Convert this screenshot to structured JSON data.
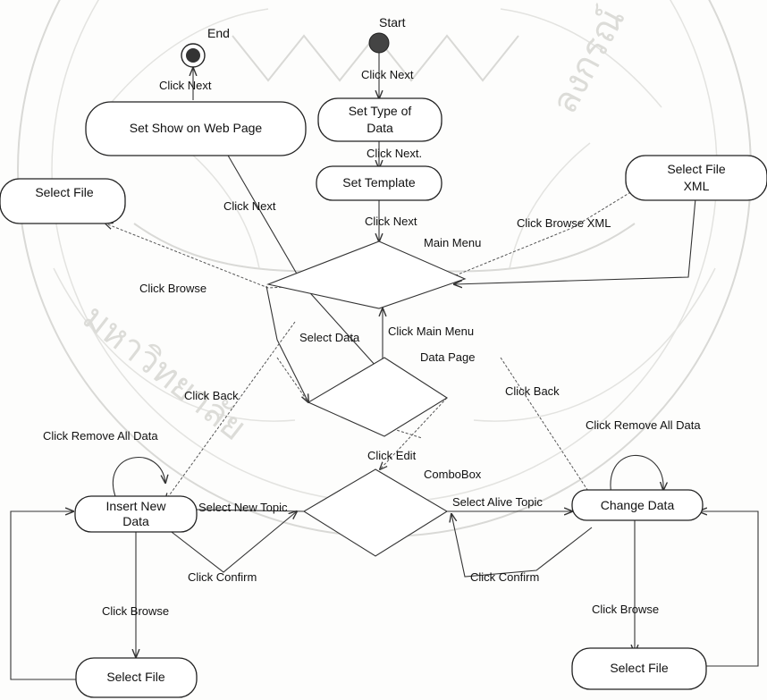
{
  "diagram": {
    "start_label": "Start",
    "end_label": "End",
    "nodes": {
      "set_show_web": "Set Show on Web Page",
      "set_type_line1": "Set Type of",
      "set_type_line2": "Data",
      "set_template": "Set Template",
      "select_file_top": "Select File",
      "select_file_xml_line1": "Select File",
      "select_file_xml_line2": "XML",
      "insert_new_line1": "Insert New",
      "insert_new_line2": "Data",
      "change_data": "Change Data",
      "select_file_left": "Select File",
      "select_file_right": "Select File"
    },
    "decisions": {
      "main_menu": "Main Menu",
      "data_page": "Data Page",
      "combobox": "ComboBox"
    },
    "edges": {
      "click_next_end": "Click Next",
      "click_next_start": "Click Next",
      "click_next_type": "Click Next.",
      "click_next_template": "Click Next",
      "click_next_diag": "Click Next",
      "click_browse_xml": "Click Browse XML",
      "click_browse_top": "Click Browse",
      "select_data": "Select Data",
      "click_main_menu": "Click Main Menu",
      "click_back_left": "Click Back",
      "click_back_right": "Click Back",
      "click_remove_left": "Click Remove All Data",
      "click_remove_right": "Click Remove All Data",
      "click_edit": "Click Edit",
      "select_new_topic": "Select New Topic",
      "select_alive_topic": "Select Alive Topic",
      "click_confirm_left": "Click Confirm",
      "click_confirm_right": "Click Confirm",
      "click_browse_left": "Click Browse",
      "click_browse_right": "Click Browse"
    }
  }
}
